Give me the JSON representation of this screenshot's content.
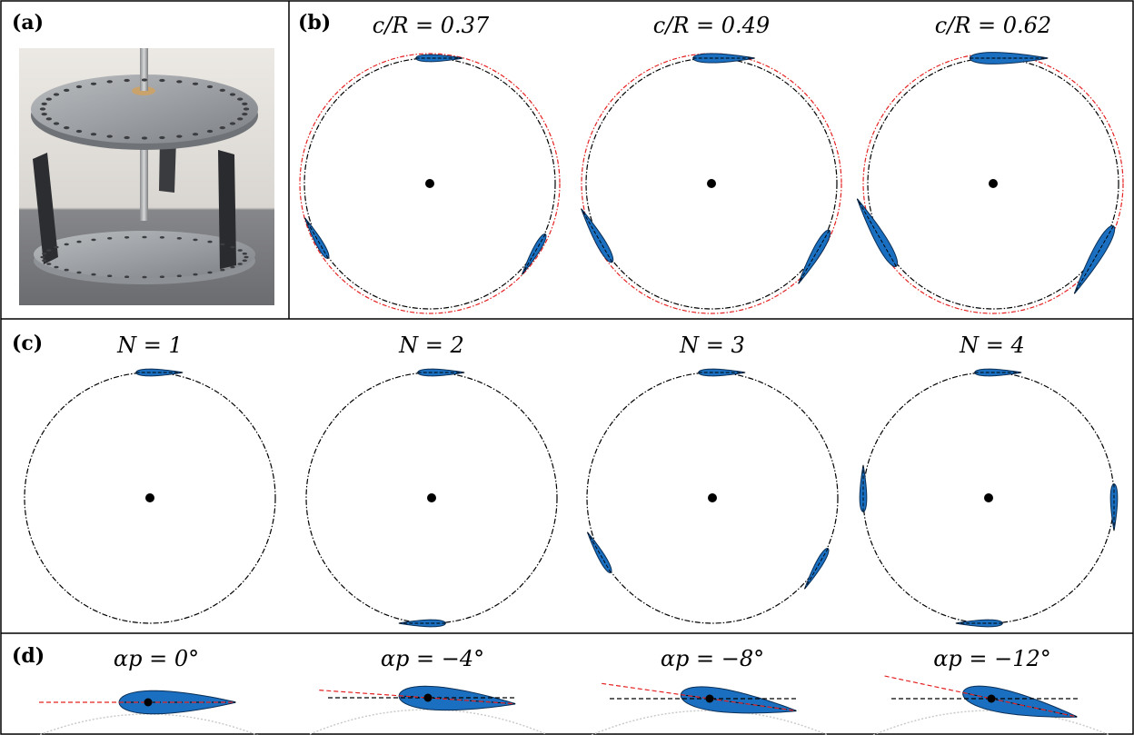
{
  "panels": {
    "a": {
      "label": "(a)"
    },
    "b": {
      "label": "(b)",
      "items": [
        {
          "title": "c/R = 0.37",
          "chord_ratio": 0.37,
          "blades": 3
        },
        {
          "title": "c/R = 0.49",
          "chord_ratio": 0.49,
          "blades": 3
        },
        {
          "title": "c/R = 0.62",
          "chord_ratio": 0.62,
          "blades": 3
        }
      ]
    },
    "c": {
      "label": "(c)",
      "items": [
        {
          "title": "N = 1",
          "blades": 1
        },
        {
          "title": "N = 2",
          "blades": 2
        },
        {
          "title": "N = 3",
          "blades": 3
        },
        {
          "title": "N = 4",
          "blades": 4
        }
      ]
    },
    "d": {
      "label": "(d)",
      "items": [
        {
          "title": "αp = 0°",
          "pitch_deg": 0
        },
        {
          "title": "αp = −4°",
          "pitch_deg": -4
        },
        {
          "title": "αp = −8°",
          "pitch_deg": -8
        },
        {
          "title": "αp = −12°",
          "pitch_deg": -12
        }
      ]
    }
  },
  "colors": {
    "blade": "#1a6fc0",
    "outer_orbit": "#e52222",
    "pitch_line": "#e52222"
  }
}
